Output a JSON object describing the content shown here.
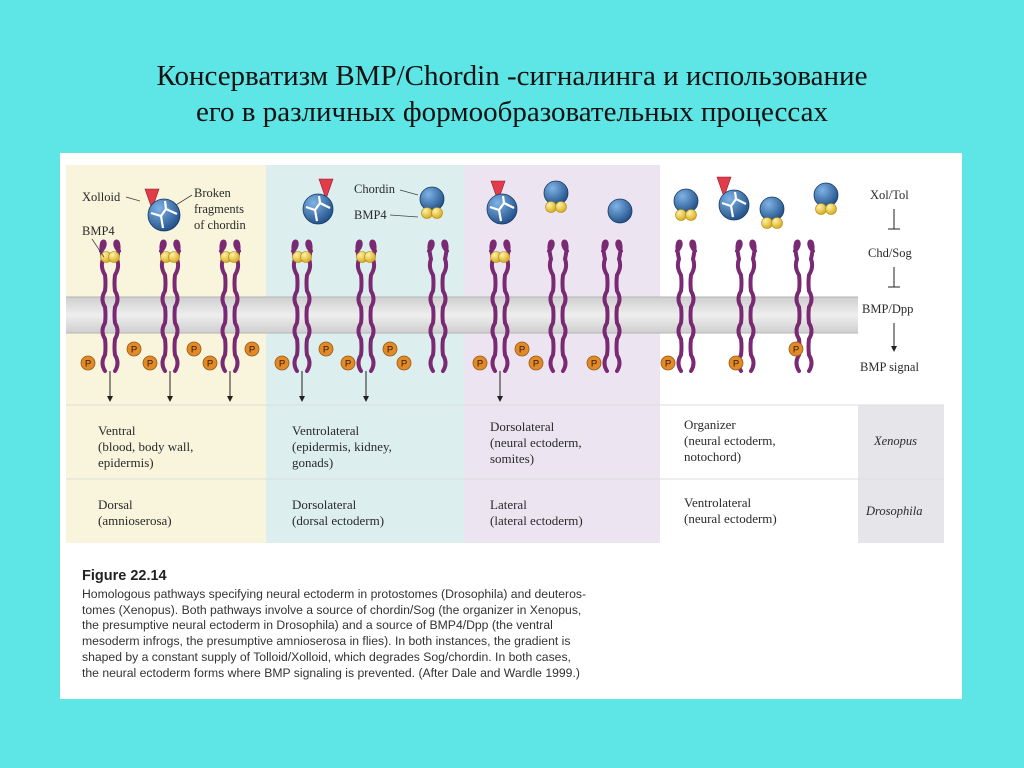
{
  "title": {
    "line1": "Консерватизм BMP/Chordin -сигналинга и использование",
    "line2": "его в различных формообразовательных процессах"
  },
  "diagram": {
    "labels": {
      "xolloid": "Xolloid",
      "broken": [
        "Broken",
        "fragments",
        "of chordin"
      ],
      "bmp4_left": "BMP4",
      "chordin": "Chordin",
      "bmp4_mid": "BMP4",
      "phospho": "P"
    },
    "pathway": {
      "xol_tol": "Xol/Tol",
      "chd_sog": "Chd/Sog",
      "bmp_dpp": "BMP/Dpp",
      "bmp_signal": "BMP signal"
    },
    "xenopus_regions": [
      {
        "title": "Ventral",
        "lines": [
          "(blood, body wall,",
          "epidermis)"
        ]
      },
      {
        "title": "Ventrolateral",
        "lines": [
          "(epidermis, kidney,",
          "gonads)"
        ]
      },
      {
        "title": "Dorsolateral",
        "lines": [
          "(neural ectoderm,",
          "somites)"
        ]
      },
      {
        "title": "Organizer",
        "lines": [
          "(neural ectoderm,",
          "notochord)"
        ]
      }
    ],
    "drosophila_regions": [
      {
        "title": "Dorsal",
        "lines": [
          "(amnioserosa)"
        ]
      },
      {
        "title": "Dorsolateral",
        "lines": [
          "(dorsal ectoderm)"
        ]
      },
      {
        "title": "Lateral",
        "lines": [
          "(lateral ectoderm)"
        ]
      },
      {
        "title": "Ventrolateral",
        "lines": [
          "(neural ectoderm)"
        ]
      }
    ],
    "species": {
      "xenopus": "Xenopus",
      "drosophila": "Drosophila"
    }
  },
  "caption": {
    "heading": "Figure 22.14",
    "lines": [
      "Homologous pathways specifying neural ectoderm in protostomes (Drosophila) and deuteros-",
      "tomes (Xenopus). Both pathways involve a source of chordin/Sog (the organizer in Xenopus,",
      "the presumptive neural ectoderm in Drosophila) and a source of BMP4/Dpp (the ventral",
      "mesoderm infrogs, the presumptive amnioserosa in flies). In both instances, the gradient is",
      "shaped by a constant supply of Tolloid/Xolloid, which degrades Sog/chordin. In both cases,",
      "the neural ectoderm forms where BMP signaling is prevented. (After Dale and Wardle 1999.)"
    ]
  },
  "colors": {
    "background": "#5ee6e6",
    "receptor": "#7a2a73",
    "bmp": "#efd24a",
    "chordin": "#2a5e98",
    "phospho": "#e08a2a",
    "xolloid": "#e23b4b"
  }
}
